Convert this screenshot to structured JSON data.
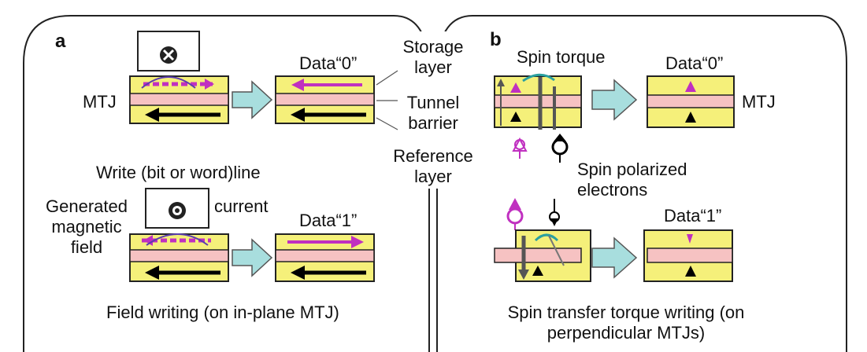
{
  "panel_a": {
    "letter": "a",
    "mtj_label": "MTJ",
    "data0_label": "Data“0”",
    "data1_label": "Data“1”",
    "write_line": "Write (bit or word)line",
    "current": "current",
    "generated_field": [
      "Generated",
      "magnetic",
      "field"
    ],
    "caption": "Field writing (on in-plane MTJ)"
  },
  "middle": {
    "storage_layer": [
      "Storage",
      "layer"
    ],
    "tunnel_barrier": [
      "Tunnel",
      "barrier"
    ],
    "reference_layer": [
      "Reference",
      "layer"
    ]
  },
  "panel_b": {
    "letter": "b",
    "spin_torque": "Spin torque",
    "data0_label": "Data“0”",
    "data1_label": "Data“1”",
    "mtj_label": "MTJ",
    "spin_polarized": [
      "Spin polarized",
      "electrons"
    ],
    "caption": [
      "Spin transfer torque writing (on",
      "perpendicular MTJs)"
    ]
  },
  "colors": {
    "free_layer": "#f5f07a",
    "barrier": "#f6c2c2",
    "magenta": "#c030c0",
    "arrow_block": "#a8dede",
    "outline": "#222222"
  },
  "icons": [
    "cross-current-icon",
    "dot-current-icon",
    "electron-icon"
  ]
}
